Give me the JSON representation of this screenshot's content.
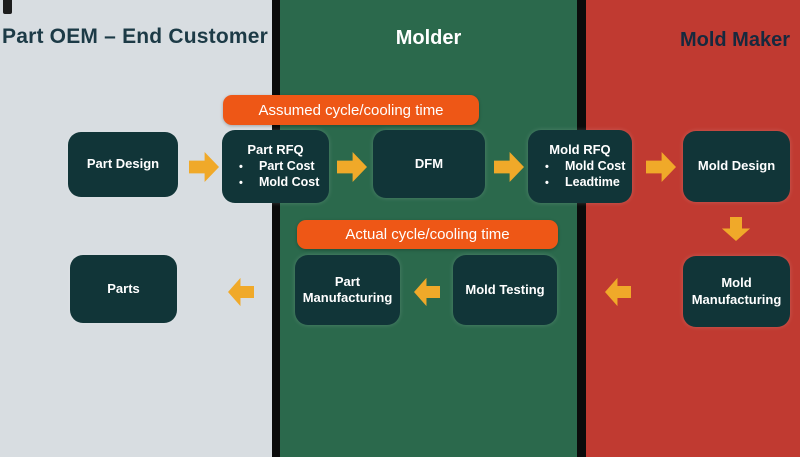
{
  "diagram": {
    "panels": {
      "oem": {
        "title": "Part OEM – End Customer"
      },
      "molder": {
        "title": "Molder"
      },
      "mold_maker": {
        "title": "Mold Maker"
      }
    },
    "banners": {
      "assumed": "Assumed cycle/cooling time",
      "actual": "Actual cycle/cooling time"
    },
    "boxes": {
      "part_design": {
        "label": "Part Design"
      },
      "part_rfq": {
        "title": "Part RFQ",
        "bullets": [
          "Part Cost",
          "Mold Cost"
        ]
      },
      "dfm": {
        "label": "DFM"
      },
      "mold_rfq": {
        "title": "Mold RFQ",
        "bullets": [
          "Mold Cost",
          "Leadtime"
        ]
      },
      "mold_design": {
        "label": "Mold Design"
      },
      "mold_manufacturing": {
        "label": "Mold Manufacturing"
      },
      "mold_testing": {
        "label": "Mold Testing"
      },
      "part_manufacturing": {
        "label": "Part Manufacturing"
      },
      "parts": {
        "label": "Parts"
      }
    },
    "bullet_char": "•",
    "colors": {
      "oem_panel": "#d8dde1",
      "molder_panel": "#2b694c",
      "mold_maker_panel": "#c03a31",
      "divider": "#0b0b0b",
      "process_box": "#113538",
      "banner": "#ee5716",
      "arrow": "#f0a929",
      "oem_title_text": "#1c3a46",
      "mold_maker_title_text": "#17293e",
      "box_text": "#ffffff"
    }
  }
}
